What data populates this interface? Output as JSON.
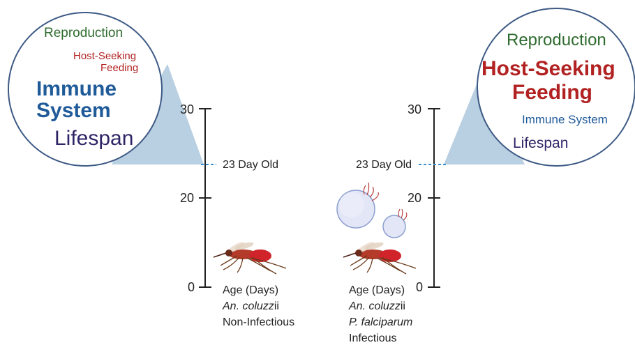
{
  "left_panel": {
    "ticks": [
      "30",
      "20",
      "0"
    ],
    "age_marker": "23 Day Old",
    "axis_label": "Age (Days)",
    "species_italic": "An. coluzz",
    "species_suffix": "ii",
    "condition": "Non-Infectious",
    "traits": {
      "reproduction": "Reproduction",
      "host_seeking_line1": "Host-Seeking",
      "host_seeking_line2": "Feeding",
      "immune_line1": "Immune",
      "immune_line2": "System",
      "lifespan": "Lifespan"
    }
  },
  "right_panel": {
    "ticks": [
      "30",
      "20",
      "0"
    ],
    "age_marker": "23 Day Old",
    "axis_label": "Age (Days)",
    "species_italic": "An. coluzz",
    "species_suffix": "ii",
    "parasite": "P. falciparum",
    "condition": "Infectious",
    "traits": {
      "reproduction": "Reproduction",
      "host_seeking_line1": "Host-Seeking",
      "host_seeking_line2": "Feeding",
      "immune": "Immune System",
      "lifespan": "Lifespan"
    }
  },
  "colors": {
    "reproduction": "#2e6b2e",
    "host_seeking": "#b22222",
    "immune": "#1f5a99",
    "lifespan": "#2e2566",
    "bubble_fill": "#b9cfe2",
    "marker_line": "#3a8fd1",
    "mosquito_body": "#c0281f"
  }
}
